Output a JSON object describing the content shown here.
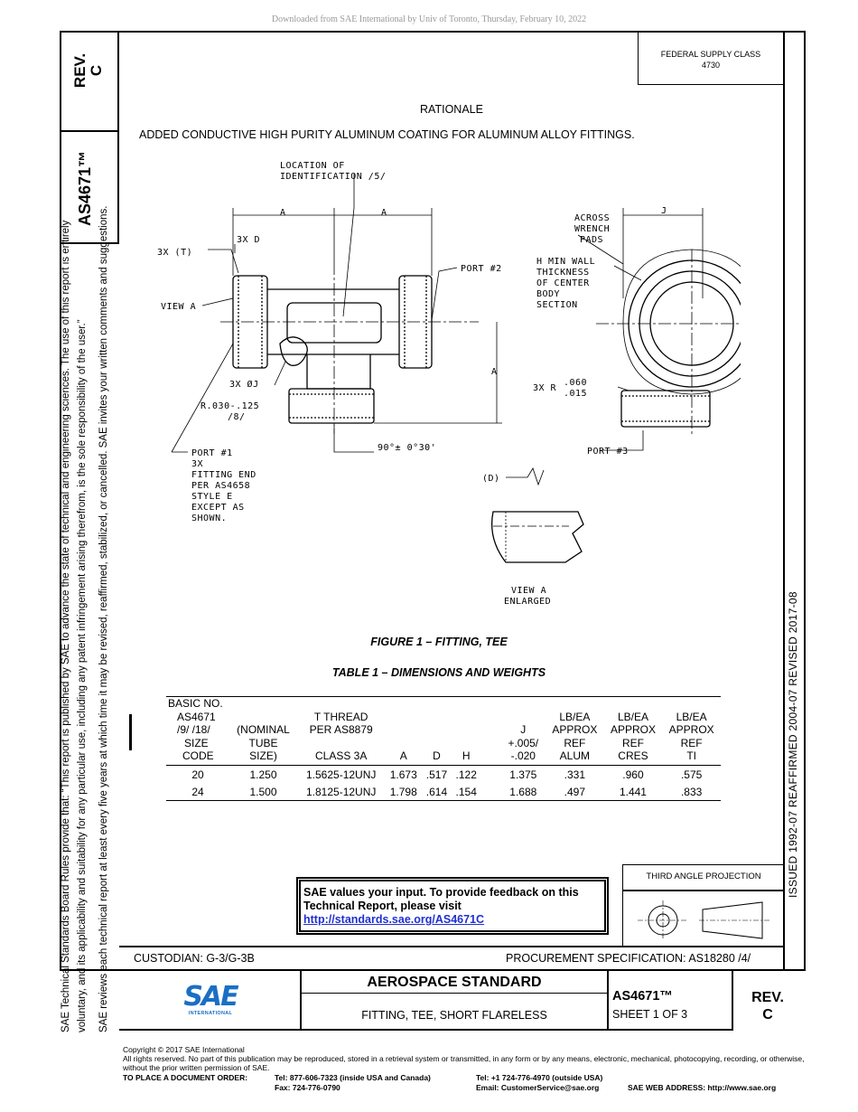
{
  "header": {
    "download_notice": "Downloaded from SAE International by Univ of Toronto, Thursday, February 10, 2022"
  },
  "side": {
    "rev_label": "REV.",
    "rev_value": "C",
    "doc_number": "AS4671™",
    "notice_line1": "SAE Technical Standards Board Rules provide that: “This report is published by SAE to advance the state of technical and engineering sciences. The use of this report is entirely",
    "notice_line2": "voluntary, and its applicability and suitability for any particular use, including any patent infringement arising therefrom, is the sole responsibility of the user.”",
    "notice_line3": "SAE reviews each technical report at least every five years at which time it may be revised, reaffirmed, stabilized, or cancelled. SAE invites your written comments and suggestions.",
    "revision_history": "ISSUED 1992-07     REAFFIRMED 2004-07     REVISED 2017-08"
  },
  "supply_class": {
    "label": "FEDERAL SUPPLY CLASS",
    "value": "4730"
  },
  "rationale": {
    "title": "RATIONALE",
    "text": "ADDED CONDUCTIVE HIGH PURITY ALUMINUM COATING FOR ALUMINUM ALLOY FITTINGS."
  },
  "drawing": {
    "location_label_1": "LOCATION OF",
    "location_label_2": "IDENTIFICATION /5/",
    "dim_a": "A",
    "dim_j": "J",
    "three_x_t": "3X (T)",
    "three_x_d": "3X D",
    "view_a": "VIEW A",
    "port2": "PORT #2",
    "three_x_oj": "3X ØJ",
    "radius_1": "R.030-.125",
    "radius_2": "/8/",
    "angle": "90°± 0°30'",
    "port1_lines": [
      "PORT #1",
      "3X",
      "FITTING END",
      "PER AS4658",
      "STYLE E",
      "EXCEPT AS",
      "SHOWN."
    ],
    "across_lines": [
      "ACROSS",
      "WRENCH",
      "PADS"
    ],
    "hmin_lines": [
      "H MIN WALL",
      "THICKNESS",
      "OF CENTER",
      "BODY",
      "SECTION"
    ],
    "r_label": "3X R",
    "r_top": ".060",
    "r_bottom": ".015",
    "port3": "PORT #3",
    "d_paren": "(D)",
    "view_enlarged_1": "VIEW A",
    "view_enlarged_2": "ENLARGED"
  },
  "figure_caption": "FIGURE 1 – FITTING, TEE",
  "table_caption": "TABLE 1 – DIMENSIONS AND WEIGHTS",
  "table": {
    "headers": [
      [
        "BASIC NO.",
        "AS4671",
        "/9/  /18/",
        "SIZE",
        "CODE"
      ],
      [
        "(NOMINAL",
        "TUBE",
        "SIZE)"
      ],
      [
        "T THREAD",
        "PER AS8879",
        "",
        "CLASS 3A"
      ],
      [
        "A"
      ],
      [
        "D"
      ],
      [
        "H"
      ],
      [
        "J",
        "+.005/",
        "-.020"
      ],
      [
        "LB/EA",
        "APPROX",
        "REF",
        "ALUM"
      ],
      [
        "LB/EA",
        "APPROX",
        "REF",
        "CRES"
      ],
      [
        "LB/EA",
        "APPROX",
        "REF",
        "TI"
      ]
    ],
    "rows": [
      [
        "20",
        "1.250",
        "1.5625-12UNJ",
        "1.673",
        ".517",
        ".122",
        "1.375",
        ".331",
        ".960",
        ".575"
      ],
      [
        "24",
        "1.500",
        "1.8125-12UNJ",
        "1.798",
        ".614",
        ".154",
        "1.688",
        ".497",
        "1.441",
        ".833"
      ]
    ]
  },
  "feedback": {
    "line1": "SAE values your input. To provide feedback on this",
    "line2": "Technical Report, please visit",
    "link": "http://standards.sae.org/AS4671C"
  },
  "projection_label": "THIRD ANGLE PROJECTION",
  "title_block": {
    "custodian": "CUSTODIAN: G-3/G-3B",
    "procurement": "PROCUREMENT SPECIFICATION: AS18280 /4/",
    "logo_text": "SAE",
    "logo_sub": "INTERNATIONAL",
    "title": "AEROSPACE STANDARD",
    "name": "FITTING, TEE, SHORT FLARELESS",
    "doc_number": "AS4671™",
    "sheet": "SHEET 1 OF 3",
    "rev_label": "REV.",
    "rev_value": "C"
  },
  "footer": {
    "copyright": "Copyright © 2017 SAE International",
    "rights": "All rights reserved. No part of this publication may be reproduced, stored in a retrieval system or transmitted, in any form or by any means, electronic, mechanical, photocopying, recording, or otherwise, without the prior written permission of SAE.",
    "order_label": "TO PLACE A DOCUMENT ORDER:",
    "tel_us": "Tel: 877-606-7323 (inside USA and Canada)",
    "fax": "Fax: 724-776-0790",
    "tel_intl": "Tel: +1 724-776-4970 (outside USA)",
    "email": "Email: CustomerService@sae.org",
    "web": "SAE WEB ADDRESS: http://www.sae.org"
  },
  "colors": {
    "link": "#1f2fd0",
    "logo_blue": "#1a6fc4"
  }
}
